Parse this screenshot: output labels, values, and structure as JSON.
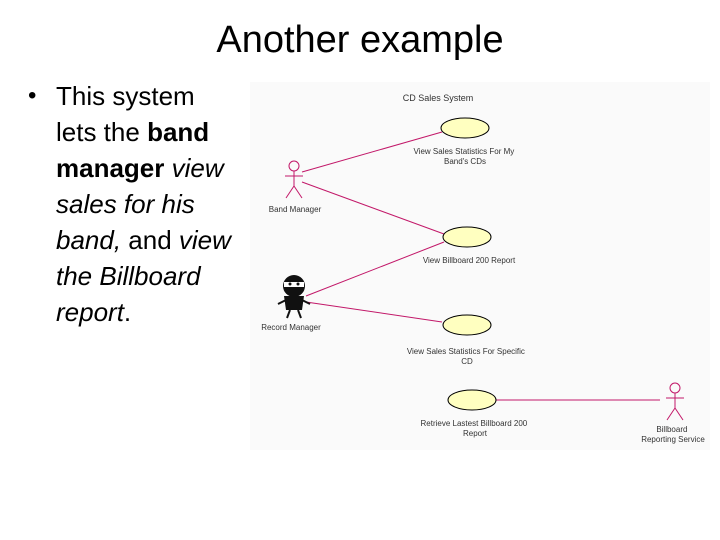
{
  "slide": {
    "title": "Another example",
    "bullet": {
      "t1": "This system lets the ",
      "band_manager": "band manager",
      "t2": " ",
      "view_sales": "view sales for his band,",
      "t3": " and ",
      "view_billboard": "view the Billboard report",
      "t4": "."
    }
  },
  "diagram": {
    "system_title": "CD Sales System",
    "actors": {
      "band_manager": "Band Manager",
      "record_manager": "Record Manager",
      "billboard_service": [
        "Billboard",
        "Reporting Service"
      ]
    },
    "use_cases": {
      "view_band_stats": [
        "View Sales Statistics For My",
        "Band's CDs"
      ],
      "view_billboard": [
        "View Billboard 200 Report"
      ],
      "view_specific": [
        "View Sales Statistics For Specific",
        "CD"
      ],
      "retrieve_billboard": [
        "Retrieve Lastest Billboard 200",
        "Report"
      ]
    },
    "colors": {
      "use_case_fill": "#ffffc0",
      "association_line": "#c21869",
      "outline": "#000000"
    }
  }
}
